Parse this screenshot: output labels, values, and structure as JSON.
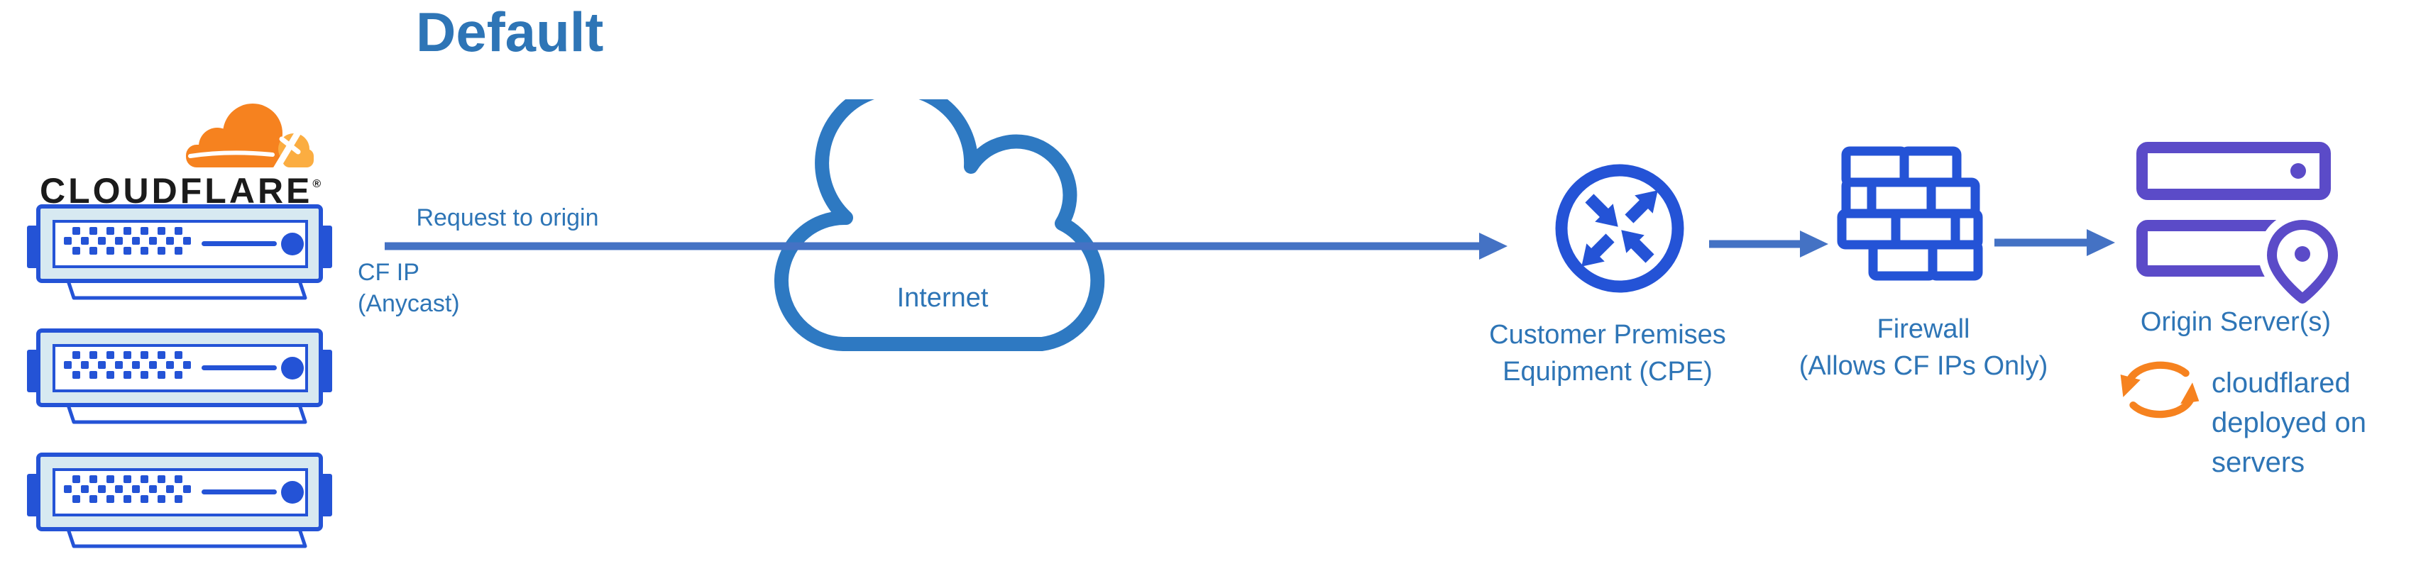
{
  "title": "Default",
  "cloudflare": {
    "wordmark": "CLOUDFLARE",
    "registered_mark": "®",
    "server_count": 3
  },
  "flow": {
    "request_label": "Request to origin",
    "cf_ip_line1": "CF IP",
    "cf_ip_line2": "(Anycast)"
  },
  "internet": {
    "label": "Internet"
  },
  "cpe": {
    "label_line1": "Customer Premises",
    "label_line2": "Equipment (CPE)"
  },
  "firewall": {
    "label_line1": "Firewall",
    "label_line2": "(Allows CF IPs Only)"
  },
  "origin": {
    "label": "Origin Server(s)",
    "note_line1": "cloudflared",
    "note_line2": "deployed on",
    "note_line3": "servers"
  },
  "colors": {
    "text_blue": "#2E75B6",
    "line_blue": "#4472C4",
    "icon_blue": "#2453D6",
    "panel_light": "#D7E9F1",
    "purple": "#5B4BC8",
    "orange": "#F6821F",
    "orange_light": "#FBAD41",
    "cloud_blue": "#2E79C2",
    "wordmark_ink": "#1B1B1B"
  }
}
